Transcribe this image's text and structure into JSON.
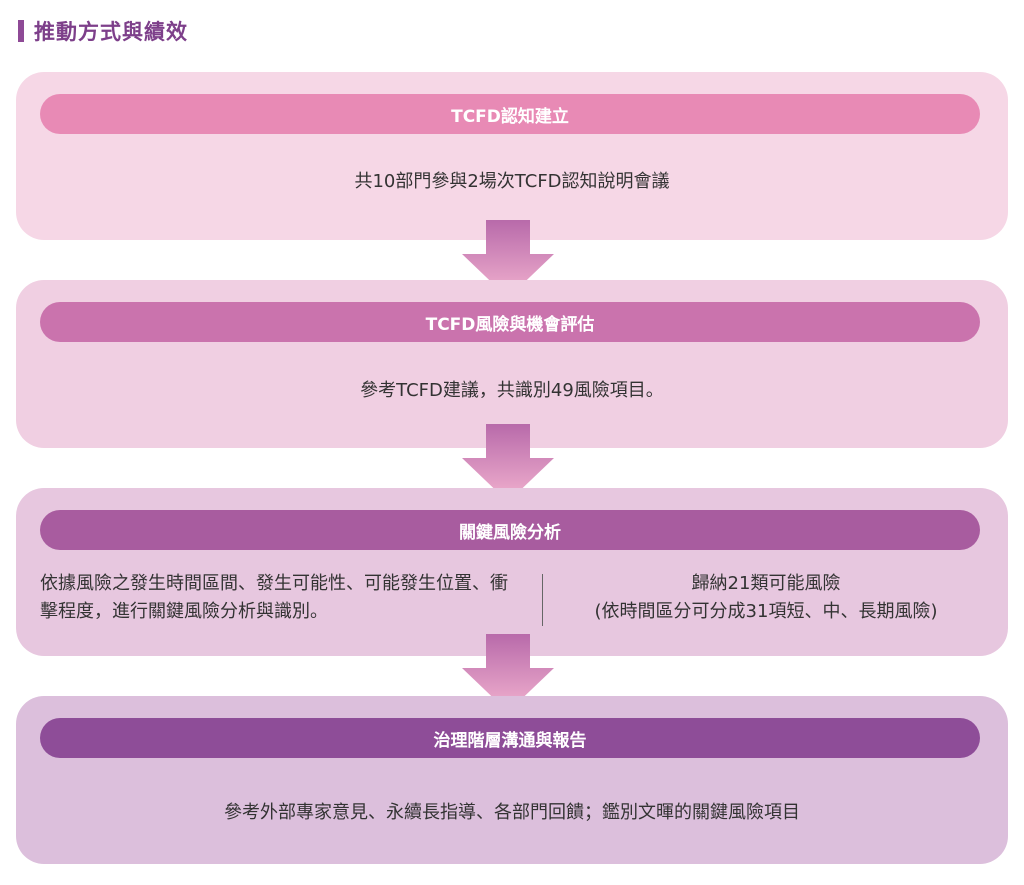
{
  "heading": "推動方式與績效",
  "steps": [
    {
      "title": "TCFD認知建立",
      "text": "共10部門參與2場次TCFD認知說明會議"
    },
    {
      "title": "TCFD風險與機會評估",
      "text": "參考TCFD建議，共識別49風險項目。"
    },
    {
      "title": "關鍵風險分析",
      "left_text": "依據風險之發生時間區間、發生可能性、可能發生位置、衝擊程度，進行關鍵風險分析與識別。",
      "right_line1": "歸納21類可能風險",
      "right_line2": "(依時間區分可分成31項短、中、長期風險)"
    },
    {
      "title": "治理階層溝通與報告",
      "text": "參考外部專家意見、永續長指導、各部門回饋；鑑別文暉的關鍵風險項目"
    }
  ],
  "colors": {
    "heading": "#7d3f8a",
    "panel_bg": [
      "#f6d7e6",
      "#f0cfe2",
      "#e7c7df",
      "#dcbfdc"
    ],
    "pill": [
      "#e88ab5",
      "#ca73ad",
      "#a85c9f",
      "#8e4d98"
    ],
    "arrow_top": "#b86aaa",
    "arrow_bottom": "#f2b2cf"
  }
}
